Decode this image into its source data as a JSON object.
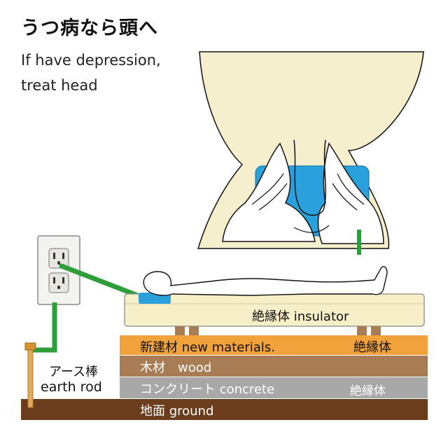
{
  "title": "うつ病なら頭へ",
  "subtitle_line1": "If have depression,",
  "subtitle_line2": "treat head",
  "bed_label": "絶縁体 insulator",
  "layers": {
    "new_materials": "新建材 new materials.",
    "new_materials_note": "絶縁体",
    "wood": "木材　wood",
    "concrete": "コンクリート concrete",
    "concrete_note": "絶縁体",
    "ground": "地面 ground"
  },
  "earth_rod_line1": "アース棒",
  "earth_rod_line2": "earth rod",
  "colors": {
    "skin": "#f6efcd",
    "pad_blue": "#2aa0dc",
    "wire_green": "#2e9e3a",
    "new_materials": "#f2a23a",
    "wood": "#a87d55",
    "concrete": "#a8a8a8",
    "ground": "#6b3d1c",
    "bed": "#f7efc8",
    "rod": "#e0aa5a"
  }
}
